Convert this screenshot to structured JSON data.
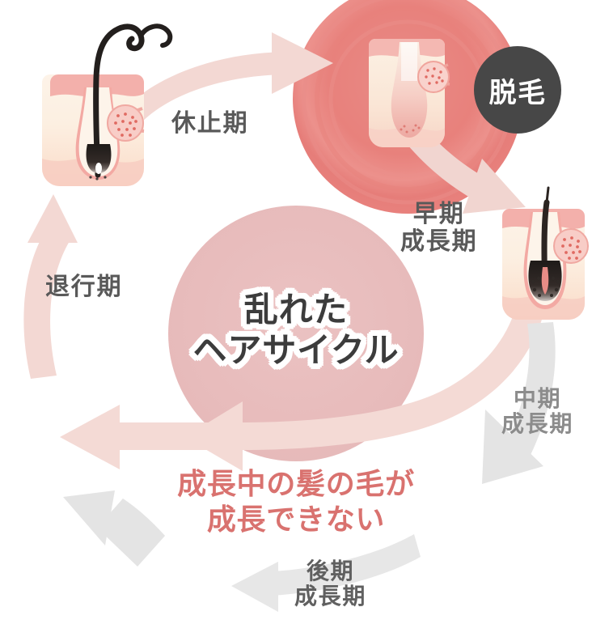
{
  "diagram": {
    "title_center": "乱れた\nヘアサイクル",
    "bottom_note": "成長中の髪の毛が\n成長できない",
    "badge": {
      "label": "脱毛"
    },
    "stages": [
      {
        "id": "telogen",
        "label": "休止期"
      },
      {
        "id": "catagen",
        "label": "退行期"
      },
      {
        "id": "early",
        "label": "早期\n成長期"
      },
      {
        "id": "mid",
        "label": "中期\n成長期"
      },
      {
        "id": "late",
        "label": "後期\n成長期"
      }
    ],
    "colors": {
      "badge_bg": "#474747",
      "badge_text": "#ffffff",
      "center_circle": "#e8bcbc",
      "center_text": "#3c3c3c",
      "center_outline": "#ffffff",
      "note_text": "#d9726f",
      "stage_text": "#595959",
      "pink_arrow": "#f3d8d3",
      "gray_arrow": "#e4e4e4",
      "red_circle": "#e8827f",
      "skin_top": "#f3b6b0",
      "skin_body": "#fdf0e2",
      "hair_dark": "#231f1d",
      "gland_pink": "#f6c9c4",
      "gland_dot": "#e06a62"
    }
  }
}
